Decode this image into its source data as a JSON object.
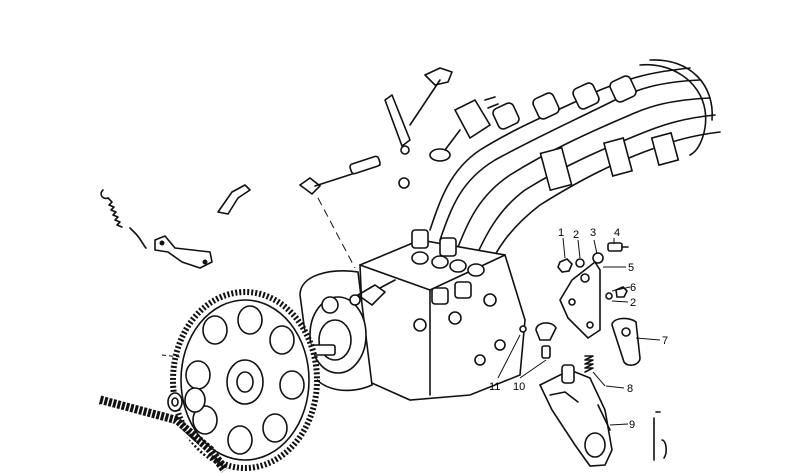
{
  "callouts": {
    "c1": "1",
    "c2a": "2",
    "c3": "3",
    "c4": "4",
    "c5": "5",
    "c6": "6",
    "c2b": "2",
    "c7": "7",
    "c8": "8",
    "c9": "9",
    "c10": "10",
    "c11": "11"
  }
}
